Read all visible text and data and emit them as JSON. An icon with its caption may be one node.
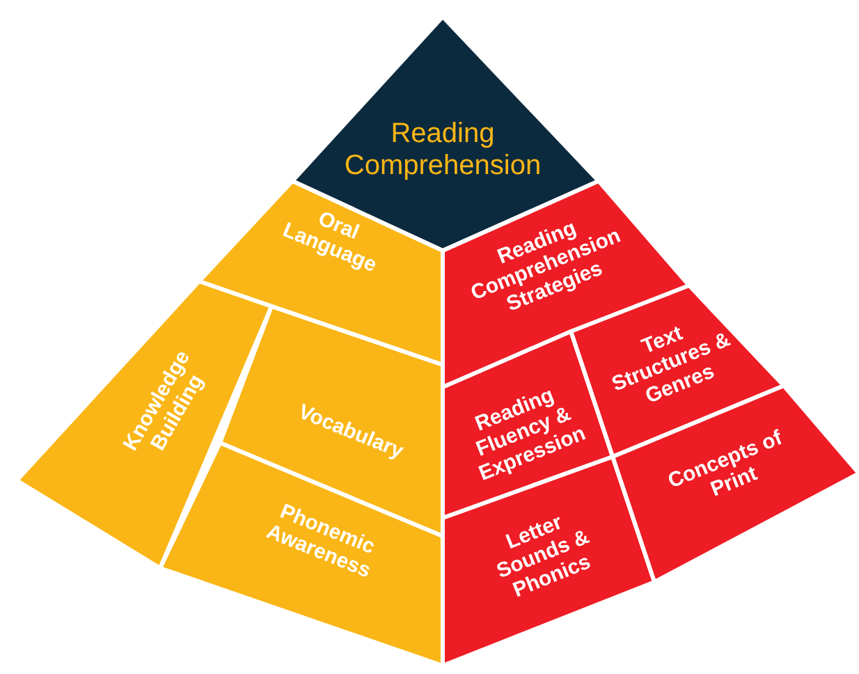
{
  "diagram": {
    "nodes": [
      {
        "text": [
          "Reading Comprehension"
        ]
      },
      {
        "text": [
          "Oral Language"
        ]
      },
      {
        "text": [
          "Knowledge Building"
        ]
      },
      {
        "text": [
          "Vocabulary"
        ]
      },
      {
        "text": [
          "Phonemic Awareness"
        ]
      },
      {
        "text": [
          "Reading Comprehension Strategies"
        ]
      },
      {
        "text": [
          "Text Structures & Genres"
        ]
      },
      {
        "text": [
          "Reading Fluency & Expression"
        ]
      },
      {
        "text": [
          "Concepts of Print"
        ]
      },
      {
        "text": [
          "Letter Sounds & Phonics"
        ]
      }
    ]
  }
}
